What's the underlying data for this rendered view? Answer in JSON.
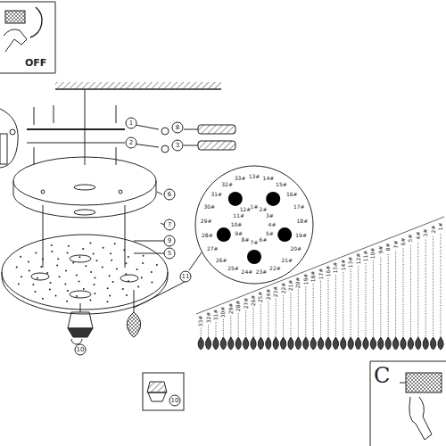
{
  "diagram": {
    "nodes": [
      {
        "text": [
          "OFF"
        ]
      },
      {
        "text": [
          "1#",
          "2#",
          "3#",
          "4#",
          "5#",
          "6#",
          "7#",
          "8#",
          "9#",
          "10#",
          "11#",
          "12#",
          "13#",
          "14#",
          "15#",
          "16#",
          "17#",
          "18#",
          "19#",
          "20#",
          "21#",
          "22#",
          "23#",
          "24#",
          "25#",
          "26#",
          "27#",
          "28#",
          "29#",
          "30#",
          "31#",
          "32#",
          "33#"
        ]
      },
      {
        "text": [
          "C"
        ]
      }
    ],
    "labels": [
      "1",
      "2",
      "8",
      "3",
      "6",
      "7",
      "9",
      "5",
      "11",
      "10",
      "10",
      "1#",
      "2#",
      "3#",
      "4#",
      "5#",
      "6#",
      "7#",
      "8#",
      "9#",
      "10#",
      "11#",
      "12#",
      "13#",
      "14#",
      "15#",
      "16#",
      "17#",
      "18#",
      "19#",
      "20#",
      "21#",
      "22#",
      "23#",
      "24#",
      "25#",
      "26#",
      "27#",
      "28#",
      "29#",
      "30#",
      "31#",
      "32#",
      "33#"
    ]
  }
}
